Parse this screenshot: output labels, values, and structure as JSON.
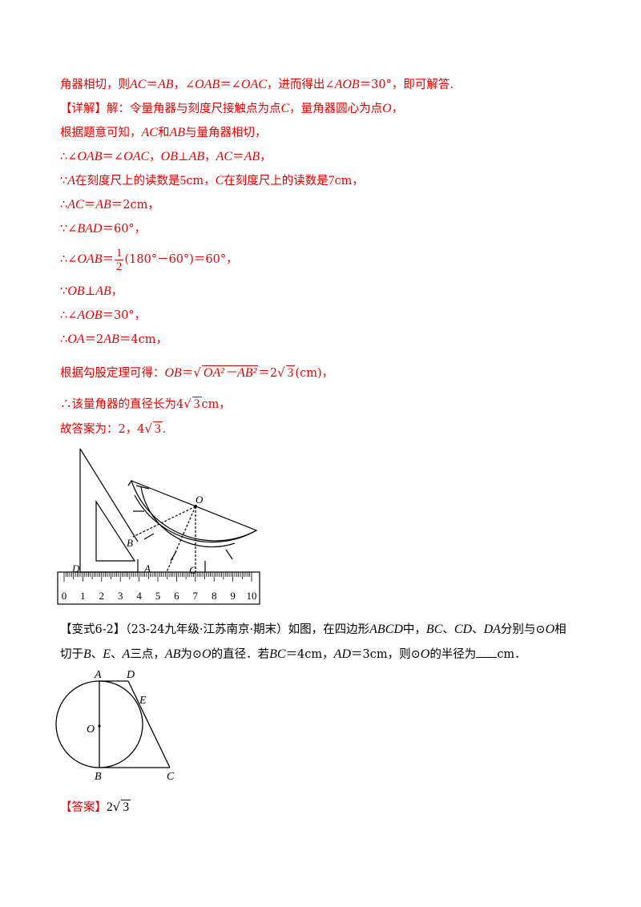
{
  "lines": [
    {
      "id": "l1",
      "segs": [
        "角器相切，则",
        "AC",
        "＝",
        "AB",
        "，∠",
        "OAB",
        "＝∠",
        "OAC",
        "，进而得出∠",
        "AOB",
        "＝30°，即可解答."
      ]
    },
    {
      "id": "l2",
      "segs": [
        "【详解】",
        "解：令量角器与刻度尺接触点为点",
        "C",
        "，量角器圆心为点",
        "O",
        "，"
      ]
    },
    {
      "id": "l3",
      "segs": [
        "根据题意可知，",
        "AC",
        "和",
        "AB",
        "与量角器相切，"
      ]
    },
    {
      "id": "l4",
      "segs": [
        "∴∠",
        "OAB",
        "＝∠",
        "OAC",
        "，",
        "OB",
        "⊥",
        "AB",
        "，",
        "AC",
        "＝",
        "AB",
        "，"
      ]
    },
    {
      "id": "l5",
      "segs": [
        "∵",
        "A",
        "在刻度尺上的读数是",
        "5",
        "cm，",
        "C",
        "在刻度尺上的读数是",
        "7",
        "cm，"
      ]
    },
    {
      "id": "l6",
      "segs": [
        "∴",
        "AC",
        "＝",
        "AB",
        "＝2cm，"
      ]
    },
    {
      "id": "l7",
      "segs": [
        "∵∠",
        "BAD",
        "＝60°，"
      ]
    },
    {
      "id": "l8",
      "segs": [
        "∴∠",
        "OAB",
        "＝",
        "1",
        "2",
        "(180°－60°)＝60°，"
      ]
    },
    {
      "id": "l9",
      "segs": [
        "∵",
        "OB",
        "⊥",
        "AB",
        "，"
      ]
    },
    {
      "id": "l10",
      "segs": [
        "∴∠",
        "AOB",
        "＝30°，"
      ]
    },
    {
      "id": "l11",
      "segs": [
        "∴",
        "OA",
        "＝2",
        "AB",
        "＝4cm，"
      ]
    },
    {
      "id": "l12",
      "segs": [
        "根据勾股定理可得：",
        "OB",
        "＝",
        "OA²－AB²",
        "＝2",
        "3",
        "(cm)，"
      ]
    },
    {
      "id": "l13",
      "segs": [
        "∴该量角器的直径长为4",
        "3",
        "cm，"
      ]
    },
    {
      "id": "l14",
      "segs": [
        "故答案为：2，4",
        "3",
        "."
      ]
    },
    {
      "id": "l15",
      "segs": [
        "【变式6-2】",
        "（23-24九年级·江苏南京·期末）如图，在四边形",
        "ABCD",
        "中，",
        "BC",
        "、",
        "CD",
        "、",
        "DA",
        "分别与⊙",
        "O",
        "相"
      ]
    },
    {
      "id": "l16",
      "segs": [
        "切于",
        "B",
        "、",
        "E",
        "、",
        "A",
        "三点，",
        "AB",
        "为⊙",
        "O",
        "的直径．若",
        "BC",
        "＝4cm，",
        "AD",
        "＝3cm，则⊙",
        "O",
        "的半径为",
        "cm．"
      ]
    },
    {
      "id": "l17",
      "segs": [
        "【答案】",
        "2",
        "3"
      ]
    }
  ],
  "figure1": {
    "labels": {
      "O": "O",
      "B": "B",
      "A": "A",
      "C": "C",
      "D": "D"
    },
    "ruler_ticks": [
      "0",
      "1",
      "2",
      "3",
      "4",
      "5",
      "6",
      "7",
      "8",
      "9",
      "10"
    ]
  },
  "figure2": {
    "labels": {
      "A": "A",
      "D": "D",
      "E": "E",
      "O": "O",
      "B": "B",
      "C": "C"
    }
  }
}
